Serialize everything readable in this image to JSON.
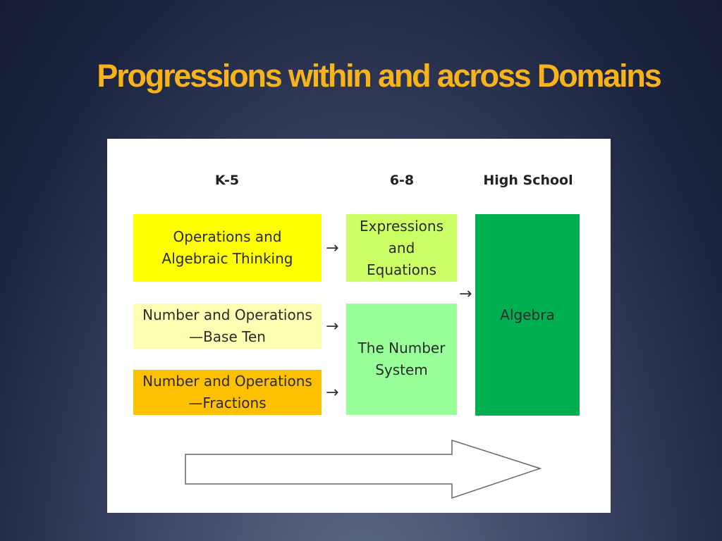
{
  "slide": {
    "title": "Progressions within and across Domains"
  },
  "diagram": {
    "columns": [
      "K-5",
      "6-8",
      "High School"
    ],
    "k5_boxes": [
      {
        "label": "Operations and Algebraic Thinking",
        "color": "#ffff00"
      },
      {
        "label": "Number and Operations—Base Ten",
        "color": "#ffffb3"
      },
      {
        "label": "Number and Operations—Fractions",
        "color": "#ffc000"
      }
    ],
    "grade68_boxes": [
      {
        "label": "Expressions and Equations",
        "color": "#ccff66"
      },
      {
        "label": "The Number System",
        "color": "#99ff99"
      }
    ],
    "hs_box": {
      "label": "Algebra",
      "color": "#00b050"
    },
    "arrow_glyph": "→"
  }
}
